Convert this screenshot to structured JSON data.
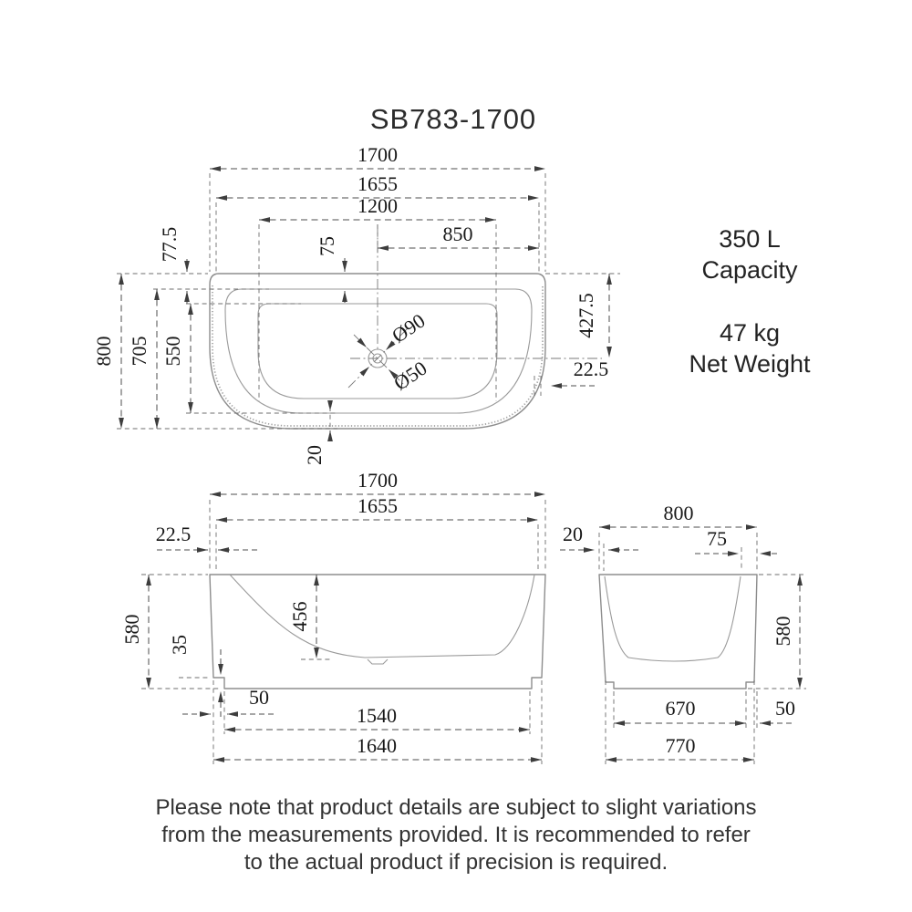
{
  "title": "SB783-1700",
  "specs": {
    "capacity_value": "350 L",
    "capacity_label": "Capacity",
    "weight_value": "47 kg",
    "weight_label": "Net Weight"
  },
  "top_view": {
    "overall_length": "1700",
    "rim_length": "1655",
    "basin_length": "1200",
    "drain_to_end": "850",
    "back_rim_offset": "77.5",
    "back_basin_offset": "75",
    "overall_width": "800",
    "rim_width": "705",
    "basin_width": "550",
    "back_to_drain": "427.5",
    "side_wall": "22.5",
    "front_wall": "20",
    "drain_outer_dia": "Ø90",
    "drain_inner_dia": "Ø50"
  },
  "front_view": {
    "overall_length": "1700",
    "rim_length": "1655",
    "end_wall": "22.5",
    "height": "580",
    "inner_depth": "456",
    "base_height": "35",
    "base_inset": "50",
    "base_length": "1540",
    "bottom_length": "1640"
  },
  "side_view": {
    "overall_width": "800",
    "back_wall": "20",
    "front_rim": "75",
    "height": "580",
    "base_width": "670",
    "base_inset": "50",
    "bottom_width": "770"
  },
  "footer": {
    "line1": "Please note that product details are subject to slight variations",
    "line2": "from the measurements provided. It is recommended to refer",
    "line3": "to the actual product if precision is required."
  },
  "colors": {
    "line": "#8d8d8d",
    "dimension": "#4e4e4e",
    "text": "#181818"
  }
}
